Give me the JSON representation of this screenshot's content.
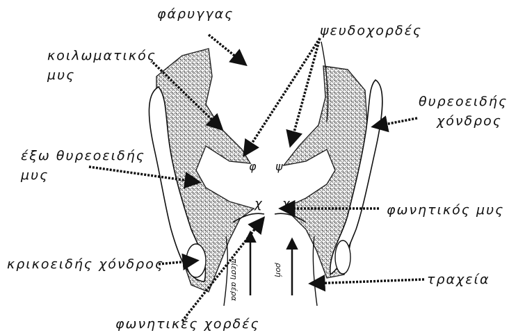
{
  "labels": {
    "pharynx": "φάρυγγας",
    "false_cords": "ψευδοχορδές",
    "ventricular_muscle_l1": "κοιλωματικός",
    "ventricular_muscle_l2": "μυς",
    "thyroid_cartilage_l1": "θυρεοειδής",
    "thyroid_cartilage_l2": "χόνδρος",
    "thyroarytenoid_l1": "έξω θυρεοειδής",
    "thyroarytenoid_l2": "μυς",
    "vocal_muscle": "φωνητικός μυς",
    "cricoid_cartilage": "κρικοειδής χόνδρος",
    "trachea": "τραχεία",
    "vocal_cords": "φωνητικές χορδές",
    "air_pressure": "πίεση αέρα",
    "flow": "ροή",
    "mark_phi": "φ",
    "mark_psi": "ψ",
    "mark_chi_left": "χ",
    "mark_chi_right": "χ"
  },
  "colors": {
    "ink": "#111111",
    "hatch": "#555555",
    "background": "#ffffff"
  }
}
